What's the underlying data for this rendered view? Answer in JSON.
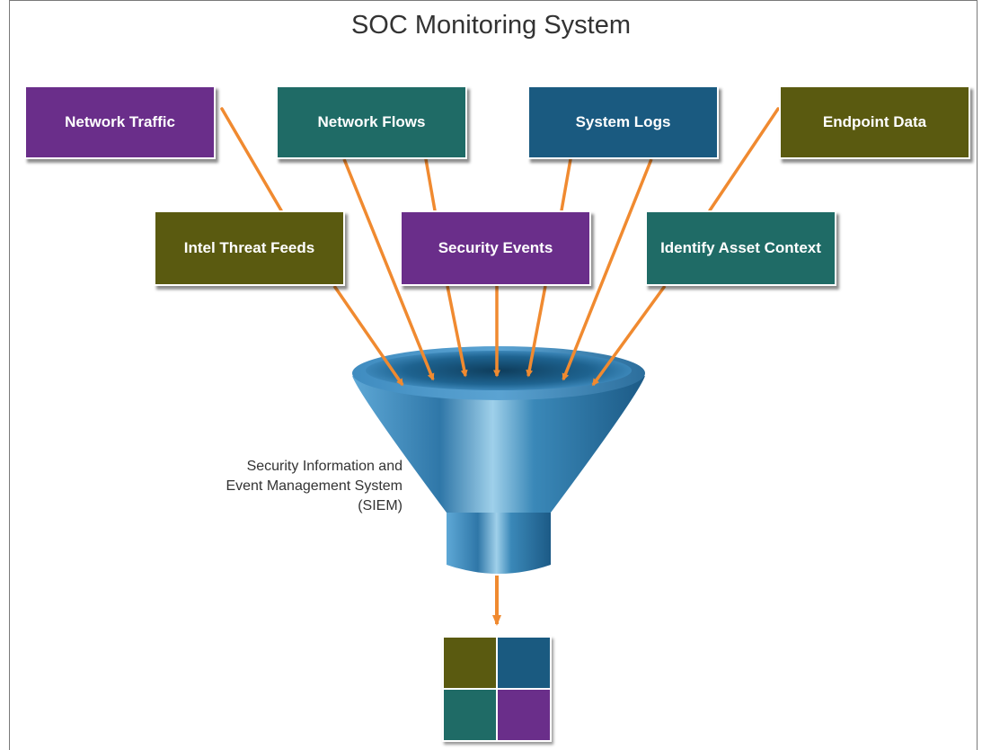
{
  "title": "SOC Monitoring System",
  "colors": {
    "purple": "#6a2e8a",
    "teal": "#1f6b66",
    "blue": "#1a5a80",
    "olive": "#5a5a10",
    "arrow": "#f08a30",
    "funnel": "#3a8ab8"
  },
  "sources": [
    {
      "id": "network-traffic",
      "label": "Network Traffic",
      "color": "purple"
    },
    {
      "id": "network-flows",
      "label": "Network Flows",
      "color": "teal"
    },
    {
      "id": "system-logs",
      "label": "System Logs",
      "color": "blue"
    },
    {
      "id": "endpoint-data",
      "label": "Endpoint Data",
      "color": "olive"
    },
    {
      "id": "intel-threat-feeds",
      "label": "Intel Threat Feeds",
      "color": "olive"
    },
    {
      "id": "security-events",
      "label": "Security Events",
      "color": "purple"
    },
    {
      "id": "identify-asset-context",
      "label": "Identify Asset Context",
      "color": "teal"
    }
  ],
  "siem": {
    "caption_lines": [
      "Security Information and",
      "Event Management System",
      "(SIEM)"
    ]
  },
  "output_grid": {
    "colors": [
      "olive",
      "blue",
      "teal",
      "purple"
    ]
  }
}
